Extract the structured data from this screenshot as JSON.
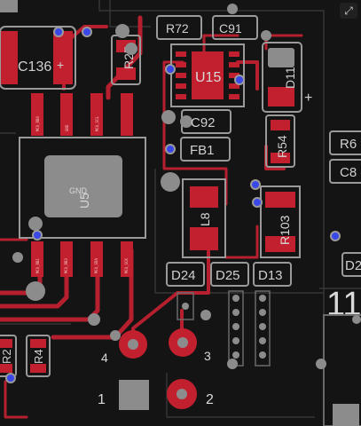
{
  "toolbar": {
    "expand_icon": "expand-icon",
    "expand_glyph": "⤢"
  },
  "colors": {
    "board": "#141414",
    "trace": "#b51f2e",
    "pad": "#c3202f",
    "silkscreen": "#9a9a9a",
    "via": "#3b48e8",
    "hole": "#8c8c8c"
  },
  "components": {
    "r72": "R72",
    "c91": "C91",
    "c136": "C136",
    "r27": "R27",
    "u15": "U15",
    "d11": "D11",
    "c92": "C92",
    "fb1": "FB1",
    "r54": "R54",
    "r6": "R6",
    "c8": "C8",
    "u5": "U5",
    "gnd": "GND",
    "l8": "L8",
    "r103": "R103",
    "d2": "D2",
    "d24": "D24",
    "d25": "D25",
    "d13": "D13",
    "r4": "R4",
    "r2": "R2",
    "big_label": "11"
  },
  "connector_pins": {
    "p1": "1",
    "p2": "2",
    "p3": "3",
    "p4": "4"
  }
}
